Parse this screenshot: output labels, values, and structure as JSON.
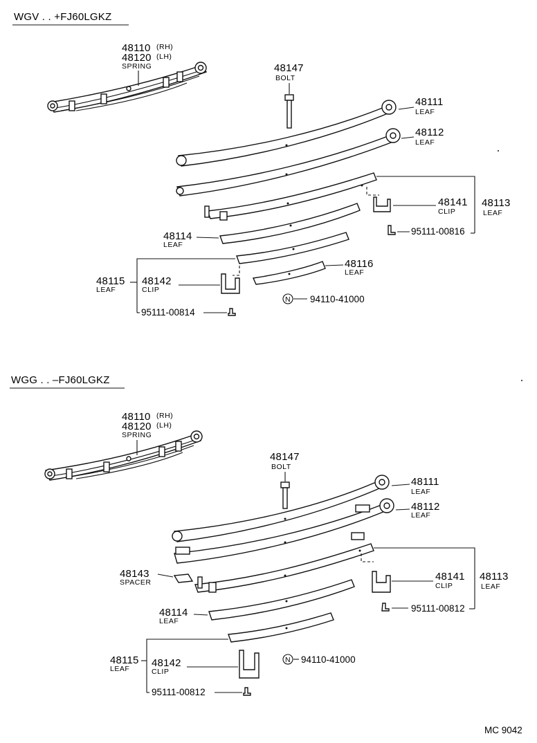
{
  "sections": [
    {
      "title": "WGV . . +FJ60LGKZ",
      "labels": {
        "spring_num_rh": "48110",
        "spring_rh_tag": "(RH)",
        "spring_num_lh": "48120",
        "spring_lh_tag": "(LH)",
        "spring_name": "SPRING",
        "bolt_num": "48147",
        "bolt_name": "BOLT",
        "leaf1_num": "48111",
        "leaf1_name": "LEAF",
        "leaf2_num": "48112",
        "leaf2_name": "LEAF",
        "clip1_num": "48141",
        "clip1_name": "CLIP",
        "leaf3_num": "48113",
        "leaf3_name": "LEAF",
        "rivet1": "95111-00816",
        "leaf4_num": "48114",
        "leaf4_name": "LEAF",
        "leaf6_num": "48116",
        "leaf6_name": "LEAF",
        "leaf5_num": "48115",
        "leaf5_name": "LEAF",
        "clip2_num": "48142",
        "clip2_name": "CLIP",
        "nut": "94110-41000",
        "nut_mark": "N",
        "rivet2": "95111-00814"
      }
    },
    {
      "title": "WGG . . –FJ60LGKZ",
      "labels": {
        "spring_num_rh": "48110",
        "spring_rh_tag": "(RH)",
        "spring_num_lh": "48120",
        "spring_lh_tag": "(LH)",
        "spring_name": "SPRING",
        "bolt_num": "48147",
        "bolt_name": "BOLT",
        "leaf1_num": "48111",
        "leaf1_name": "LEAF",
        "leaf2_num": "48112",
        "leaf2_name": "LEAF",
        "spacer_num": "48143",
        "spacer_name": "SPACER",
        "clip1_num": "48141",
        "clip1_name": "CLIP",
        "leaf3_num": "48113",
        "leaf3_name": "LEAF",
        "rivet1": "95111-00812",
        "leaf4_num": "48114",
        "leaf4_name": "LEAF",
        "leaf5_num": "48115",
        "leaf5_name": "LEAF",
        "clip2_num": "48142",
        "clip2_name": "CLIP",
        "nut": "94110-41000",
        "nut_mark": "N",
        "rivet2": "95111-00812"
      }
    }
  ],
  "footer_code": "MC 9042"
}
